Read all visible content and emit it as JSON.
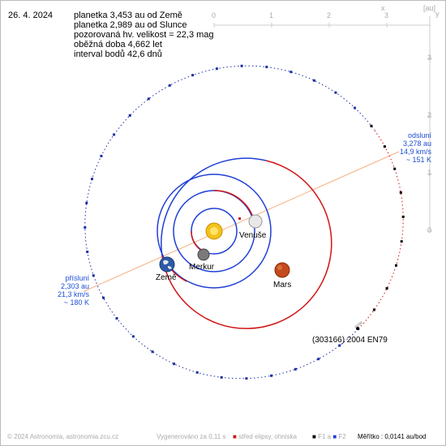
{
  "date": "26. 4. 2024",
  "info_lines": [
    "planetka 3,453 au od Země",
    "planetka 2,989 au od Slunce",
    "pozorovaná hv. velikost = 22,3 mag",
    "oběžná doba 4,662 let",
    "interval bodů 42,6 dnů"
  ],
  "aphelion": {
    "title": "odsluní",
    "distance": "3,278 au",
    "speed": "14,9 km/s",
    "temp": "~ 151 K"
  },
  "perihelion": {
    "title": "přísluní",
    "distance": "2,303 au",
    "speed": "21,3 km/s",
    "temp": "~ 180 K"
  },
  "asteroid_name": "(303166) 2004 EN79",
  "asteroid_marker": "now",
  "planets": {
    "venus": "Venuše",
    "mercury": "Merkur",
    "earth": "Země",
    "mars": "Mars"
  },
  "axes": {
    "x_label": "x",
    "y_label": "y",
    "unit": "[au]",
    "x_ticks": [
      "0",
      "1",
      "2",
      "3"
    ],
    "y_ticks": [
      "3",
      "2",
      "1",
      "0"
    ]
  },
  "footer": {
    "copyright": "© 2024 Astronomia, astronomia.zcu.cz",
    "generated": "Vygenerováno za 0,11 s",
    "legend_center": "střed elipsy, ohniska",
    "legend_f1": "F1 a",
    "legend_f2": "F2",
    "scale": "Měřítko : 0,0141 au/bod"
  },
  "colors": {
    "orbit_blue": "#1f3fd6",
    "orbit_red": "#d01515",
    "asteroid_blue": "#1a2fa0",
    "apsis_line": "#f5b082",
    "label_blue": "#1f4fd6"
  }
}
